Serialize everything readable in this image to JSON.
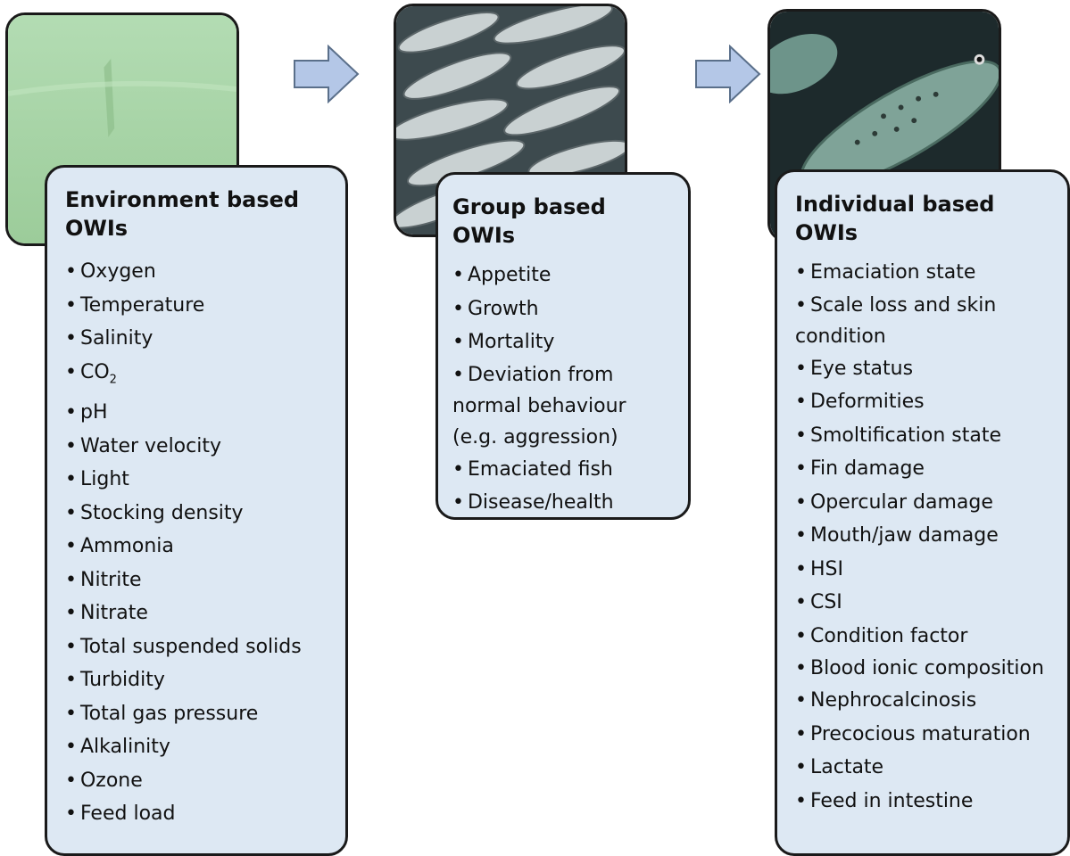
{
  "environment": {
    "title_line1": "Environment based",
    "title_line2": "OWIs",
    "items": [
      "Oxygen",
      "Temperature",
      "Salinity",
      "CO",
      "pH",
      "Water velocity",
      "Light",
      "Stocking density",
      "Ammonia",
      "Nitrite",
      "Nitrate",
      "Total suspended solids",
      "Turbidity",
      "Total gas pressure",
      "Alkalinity",
      "Ozone",
      "Feed load"
    ],
    "co2_subscript": "2"
  },
  "group": {
    "title": "Group based OWIs",
    "items": [
      "Appetite",
      "Growth",
      "Mortality",
      "Deviation from normal behaviour (e.g. aggression)",
      "Emaciated fish",
      "Disease/health"
    ]
  },
  "individual": {
    "title_line1": "Individual based",
    "title_line2": "OWIs",
    "items": [
      "Emaciation state",
      "Scale loss and skin condition",
      "Eye status",
      "Deformities",
      "Smoltification state",
      "Fin damage",
      "Opercular damage",
      "Mouth/jaw damage",
      "HSI",
      "CSI",
      "Condition factor",
      "Blood ionic composition",
      "Nephrocalcinosis",
      "Precocious maturation",
      "Lactate",
      "Feed in intestine"
    ]
  },
  "colors": {
    "card_fill": "#dde8f3",
    "arrow_fill": "#b4c7e7",
    "water_green": "#a8d4a8"
  },
  "icons": [
    "environment-photo",
    "group-fish-photo",
    "individual-fish-photo",
    "right-arrow-icon"
  ]
}
